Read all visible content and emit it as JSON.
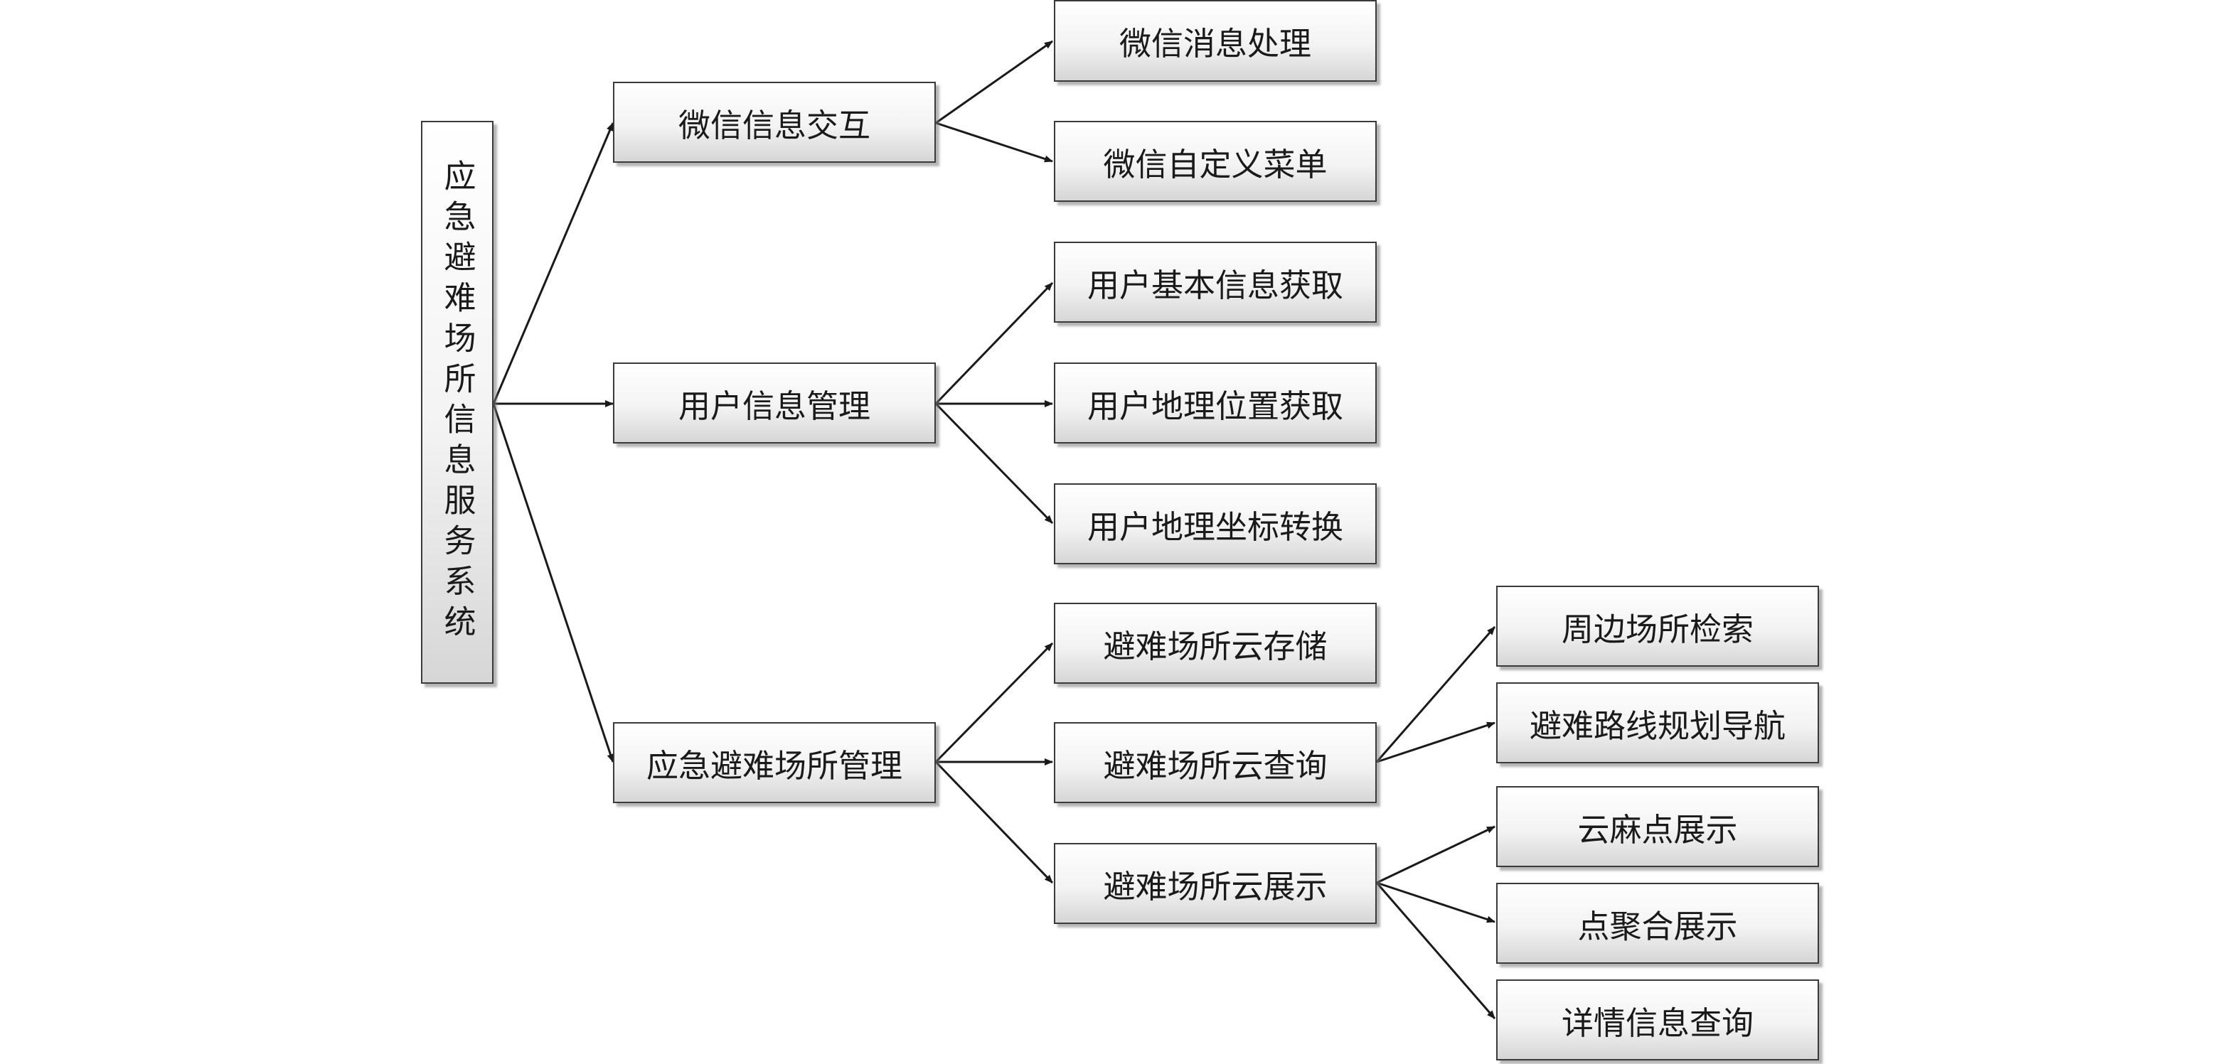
{
  "root": {
    "label": "应急避难场所信息服务系统"
  },
  "level1": [
    {
      "id": "wechat-interaction",
      "label": "微信信息交互"
    },
    {
      "id": "user-info-management",
      "label": "用户信息管理"
    },
    {
      "id": "shelter-management",
      "label": "应急避难场所管理"
    }
  ],
  "level2": [
    {
      "id": "wechat-message-processing",
      "label": "微信消息处理"
    },
    {
      "id": "wechat-custom-menu",
      "label": "微信自定义菜单"
    },
    {
      "id": "user-basic-info",
      "label": "用户基本信息获取"
    },
    {
      "id": "user-location",
      "label": "用户地理位置获取"
    },
    {
      "id": "user-coordinate-conversion",
      "label": "用户地理坐标转换"
    },
    {
      "id": "shelter-cloud-storage",
      "label": "避难场所云存储"
    },
    {
      "id": "shelter-cloud-query",
      "label": "避难场所云查询"
    },
    {
      "id": "shelter-cloud-display",
      "label": "避难场所云展示"
    }
  ],
  "level3": [
    {
      "id": "nearby-shelter-search",
      "label": "周边场所检索"
    },
    {
      "id": "route-planning-navigation",
      "label": "避难路线规划导航"
    },
    {
      "id": "cloud-dense-point-display",
      "label": "云麻点展示"
    },
    {
      "id": "point-cluster-display",
      "label": "点聚合展示"
    },
    {
      "id": "detail-info-query",
      "label": "详情信息查询"
    }
  ]
}
